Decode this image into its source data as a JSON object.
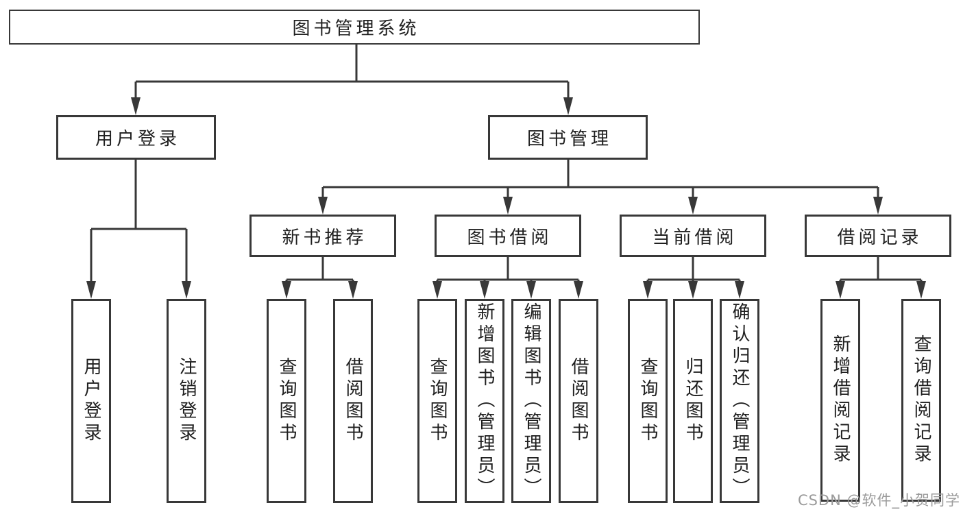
{
  "diagram_title": "图书管理系统",
  "nodes": {
    "root": "图书管理系统",
    "user_login": "用户登录",
    "book_management": "图书管理",
    "new_book_recommend": "新书推荐",
    "book_borrowing": "图书借阅",
    "current_borrowing": "当前借阅",
    "borrowing_records": "借阅记录",
    "leaf_user_login": "用户登录",
    "leaf_logout_login": "注销登录",
    "leaf_query_books_recommend": "查询图书",
    "leaf_borrow_books_recommend": "借阅图书",
    "leaf_query_books_borrowing": "查询图书",
    "leaf_add_books_admin": "新增图书（管理员）",
    "leaf_edit_books_admin": "编辑图书（管理员）",
    "leaf_borrow_books_borrowing": "借阅图书",
    "leaf_query_books_current": "查询图书",
    "leaf_return_books": "归还图书",
    "leaf_confirm_return_admin": "确认归还（管理员）",
    "leaf_add_borrow_record": "新增借阅记录",
    "leaf_query_borrow_record": "查询借阅记录"
  },
  "hierarchy": {
    "图书管理系统": {
      "用户登录": [
        "用户登录",
        "注销登录"
      ],
      "图书管理": {
        "新书推荐": [
          "查询图书",
          "借阅图书"
        ],
        "图书借阅": [
          "查询图书",
          "新增图书（管理员）",
          "编辑图书（管理员）",
          "借阅图书"
        ],
        "当前借阅": [
          "查询图书",
          "归还图书",
          "确认归还（管理员）"
        ],
        "借阅记录": [
          "新增借阅记录",
          "查询借阅记录"
        ]
      }
    }
  },
  "watermark": "CSDN @软件_小贺同学",
  "colors": {
    "line": "#383838",
    "box_border": "#383838",
    "text": "#1f1f1f",
    "background": "#ffffff",
    "watermark": "#9b9b9b"
  }
}
